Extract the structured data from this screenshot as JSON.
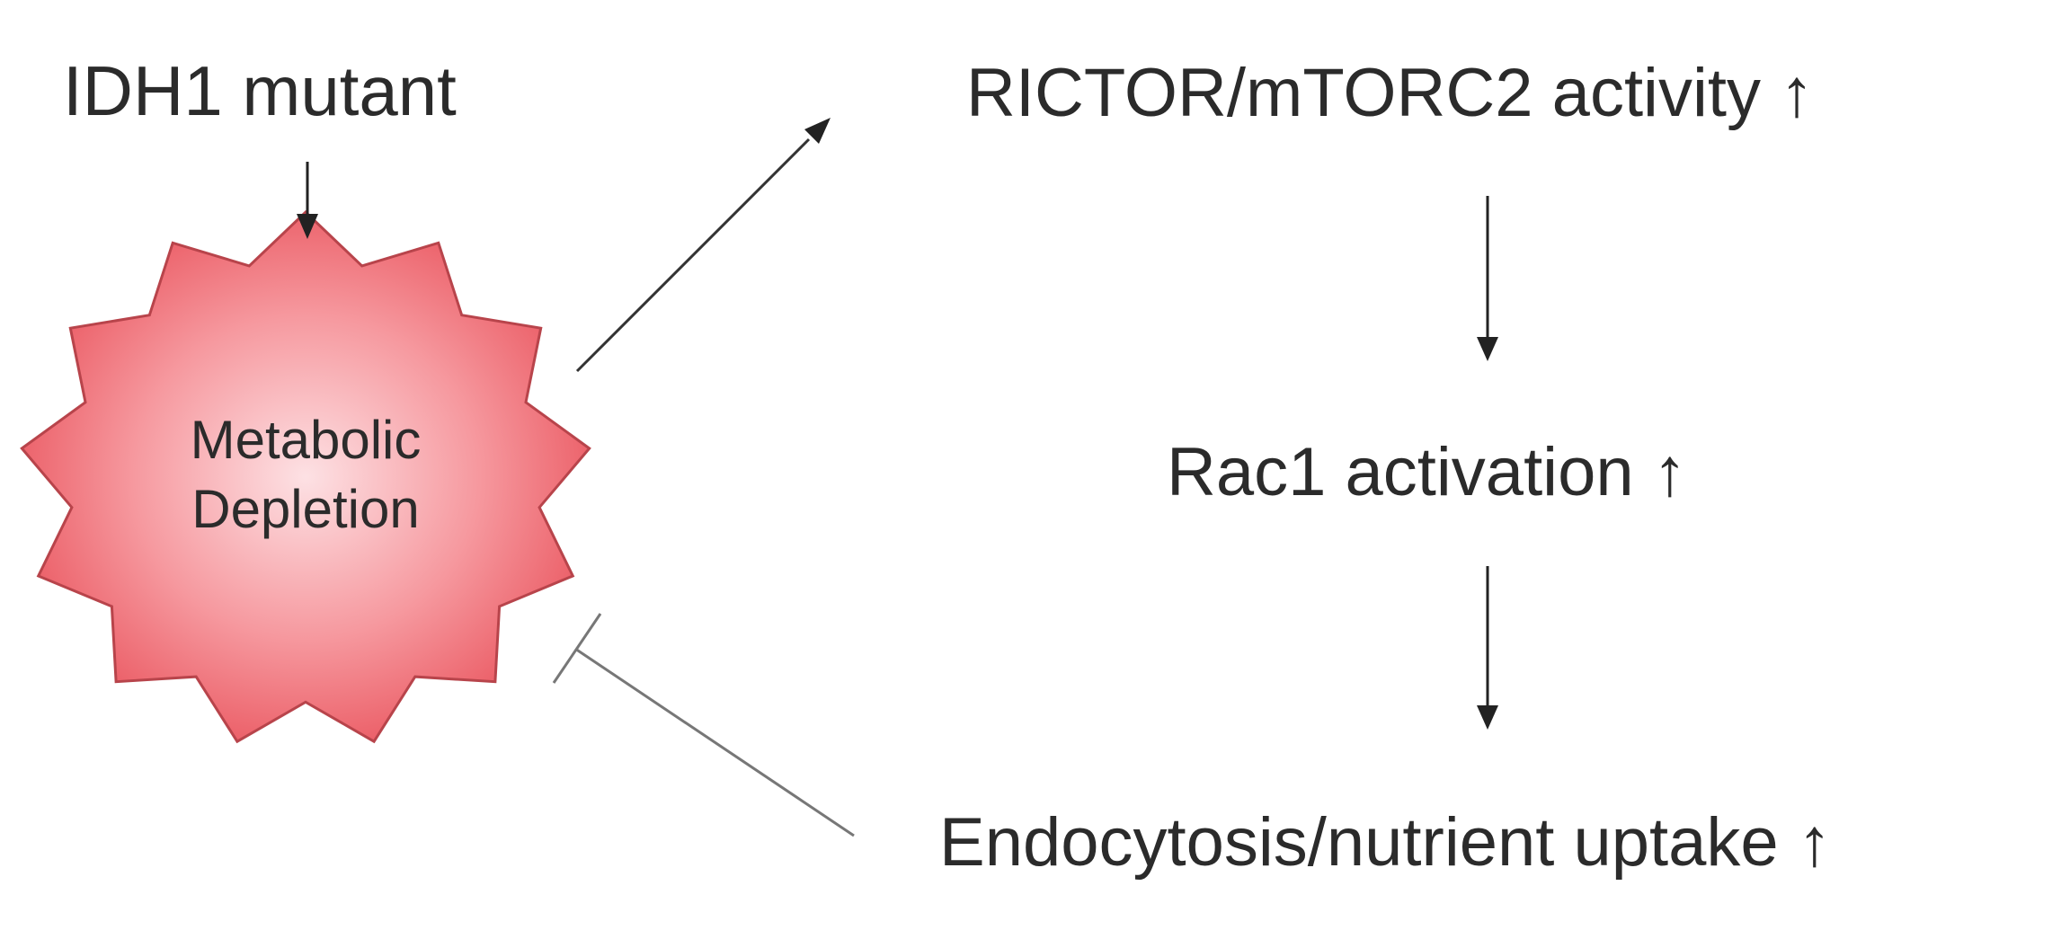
{
  "nodes": {
    "idh1": {
      "label": "IDH1 mutant"
    },
    "depletion": {
      "line1": "Metabolic",
      "line2": "Depletion"
    },
    "rictor": {
      "label": "RICTOR/mTORC2 activity ↑"
    },
    "rac1": {
      "label": "Rac1 activation ↑"
    },
    "endocytosis": {
      "label": "Endocytosis/nutrient uptake ↑"
    }
  },
  "edges": [
    {
      "from": "idh1",
      "to": "depletion",
      "kind": "activation"
    },
    {
      "from": "depletion",
      "to": "rictor",
      "kind": "activation"
    },
    {
      "from": "rictor",
      "to": "rac1",
      "kind": "activation"
    },
    {
      "from": "rac1",
      "to": "endocytosis",
      "kind": "activation"
    },
    {
      "from": "endocytosis",
      "to": "depletion",
      "kind": "inhibition"
    }
  ],
  "colors": {
    "starburst_center": "#fde1e4",
    "starburst_mid": "#f6999f",
    "starburst_edge": "#ea5760",
    "starburst_stroke": "#b8444b",
    "line": "#222222",
    "inhibition_line": "#777777",
    "text": "#2b2b2b"
  }
}
